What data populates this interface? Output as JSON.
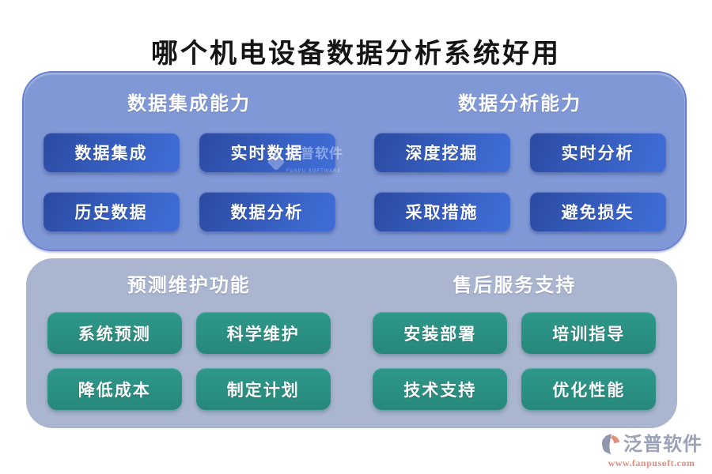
{
  "title": "哪个机电设备数据分析系统好用",
  "sections": [
    {
      "id": "capabilities",
      "groups": [
        {
          "header": "数据集成能力",
          "buttons": [
            "数据集成",
            "实时数据",
            "历史数据",
            "数据分析"
          ]
        },
        {
          "header": "数据分析能力",
          "buttons": [
            "深度挖掘",
            "实时分析",
            "采取措施",
            "避免损失"
          ]
        }
      ]
    },
    {
      "id": "services",
      "groups": [
        {
          "header": "预测维护功能",
          "buttons": [
            "系统预测",
            "科学维护",
            "降低成本",
            "制定计划"
          ]
        },
        {
          "header": "售后服务支持",
          "buttons": [
            "安装部署",
            "培训指导",
            "技术支持",
            "优化性能"
          ]
        }
      ]
    }
  ],
  "watermark": {
    "text": "泛普软件",
    "subtext": "FANPU SOFTWARE"
  },
  "footer": {
    "brand": "泛普软件",
    "url": "www.fanpusoft.com"
  },
  "colors": {
    "top_panel": "#8098d5",
    "bottom_panel": "#aab6d0",
    "blue_button": "#3059b8",
    "teal_button": "#2a9184",
    "brand_text": "#9aa1b8",
    "brand_url": "#de8e7c"
  }
}
